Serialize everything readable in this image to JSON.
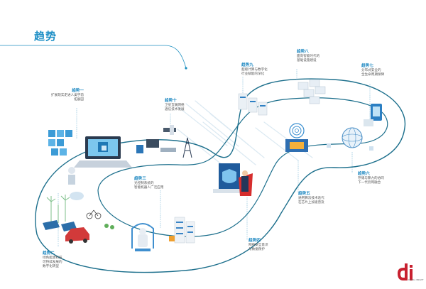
{
  "page_title": "趋势",
  "logo_text": "DIGITAL INSIGHT",
  "trends": [
    {
      "id": "t1",
      "title": "趋势一",
      "lines": [
        "扩展现实走进人类学前",
        "拓展园"
      ]
    },
    {
      "id": "t2",
      "title": "趋势二",
      "lines": [
        "绿色能源科技",
        "可持续发展的",
        "数字化转型"
      ]
    },
    {
      "id": "t3",
      "title": "趋势三",
      "lines": [
        "光控制系统的",
        "智能机器人广泛应用"
      ]
    },
    {
      "id": "t4",
      "title": "趋势四",
      "lines": [
        "网络安全意识",
        "与数据保护"
      ]
    },
    {
      "id": "t5",
      "title": "趋势五",
      "lines": [
        "通用算法技术迭代",
        "在芯片上加速普及"
      ]
    },
    {
      "id": "t6",
      "title": "趋势六",
      "lines": [
        "存储与算力的协同",
        "下一代云网融合"
      ]
    },
    {
      "id": "t7",
      "title": "趋势七",
      "lines": [
        "分布式安全的",
        "全生命周期保障"
      ]
    },
    {
      "id": "t8",
      "title": "趋势八",
      "lines": [
        "面向智能时代的",
        "基础设施建设"
      ]
    },
    {
      "id": "t9",
      "title": "趋势九",
      "lines": [
        "超级计算与数字化",
        "行业赋能的深化"
      ]
    },
    {
      "id": "t10",
      "title": "趋势十",
      "lines": [
        "卫星互联网络",
        "通信技术发展"
      ]
    }
  ],
  "colors": {
    "accent": "#1e8fc6",
    "path": "#1c6f8c",
    "logo": "#c8202f"
  }
}
